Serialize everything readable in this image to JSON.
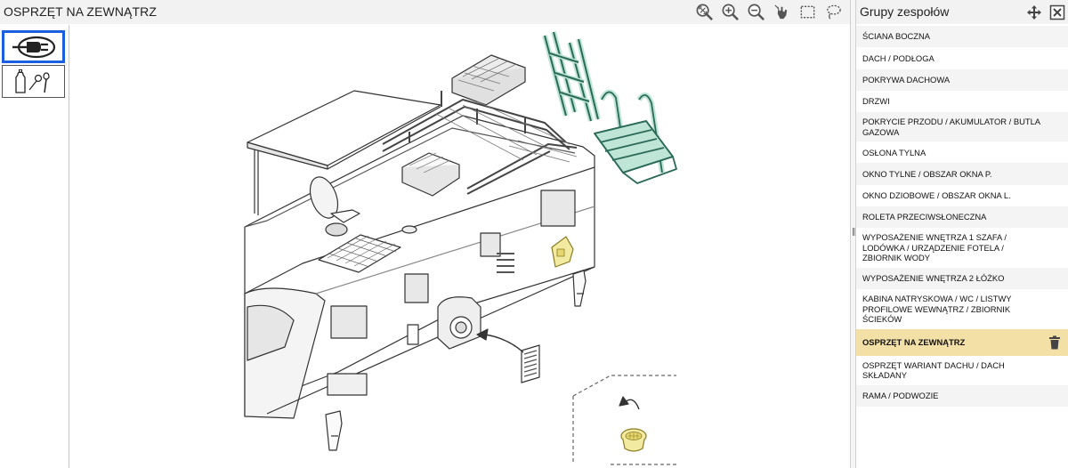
{
  "page": {
    "title": "OSPRZĘT NA ZEWNĄTRZ"
  },
  "toolbar": {
    "icons": [
      "zoom-fit-icon",
      "zoom-in-icon",
      "zoom-out-icon",
      "pan-hand-icon",
      "rect-select-icon",
      "lasso-select-icon"
    ]
  },
  "thumbnails": [
    {
      "icon": "power-plug-icon",
      "active": true
    },
    {
      "icon": "gas-bottle-tools-icon",
      "active": false
    }
  ],
  "panel": {
    "title": "Grupy zespołów",
    "groups": [
      {
        "label": "ŚCIANA BOCZNA",
        "selected": false
      },
      {
        "label": "DACH / PODŁOGA",
        "selected": false
      },
      {
        "label": "POKRYWA DACHOWA",
        "selected": false
      },
      {
        "label": "DRZWI",
        "selected": false
      },
      {
        "label": "POKRYCIE PRZODU / AKUMULATOR / BUTLA GAZOWA",
        "selected": false
      },
      {
        "label": "OSŁONA TYLNA",
        "selected": false
      },
      {
        "label": "OKNO TYLNE / OBSZAR OKNA P.",
        "selected": false
      },
      {
        "label": "OKNO DZIOBOWE / OBSZAR OKNA L.",
        "selected": false
      },
      {
        "label": "ROLETA PRZECIWSŁONECZNA",
        "selected": false
      },
      {
        "label": "WYPOSAŻENIE WNĘTRZA 1 SZAFA / LODÓWKA / URZĄDZENIE FOTELA / ZBIORNIK WODY",
        "selected": false
      },
      {
        "label": "WYPOSAŻENIE WNĘTRZA 2 ŁÓŻKO",
        "selected": false
      },
      {
        "label": "KABINA NATRYSKOWA / WC / LISTWY PROFILOWE WEWNĄTRZ / ZBIORNIK ŚCIEKÓW",
        "selected": false
      },
      {
        "label": "OSPRZĘT NA ZEWNĄTRZ",
        "selected": true
      },
      {
        "label": "OSPRZĘT WARIANT DACHU / DACH SKŁADANY",
        "selected": false
      },
      {
        "label": "RAMA / PODWOZIE",
        "selected": false
      }
    ]
  },
  "colors": {
    "active_border": "#1a5fe0",
    "selected_row": "#f3e0a6",
    "highlight_green": "#bfe5d6",
    "highlight_yellow": "#f2eaa0"
  }
}
